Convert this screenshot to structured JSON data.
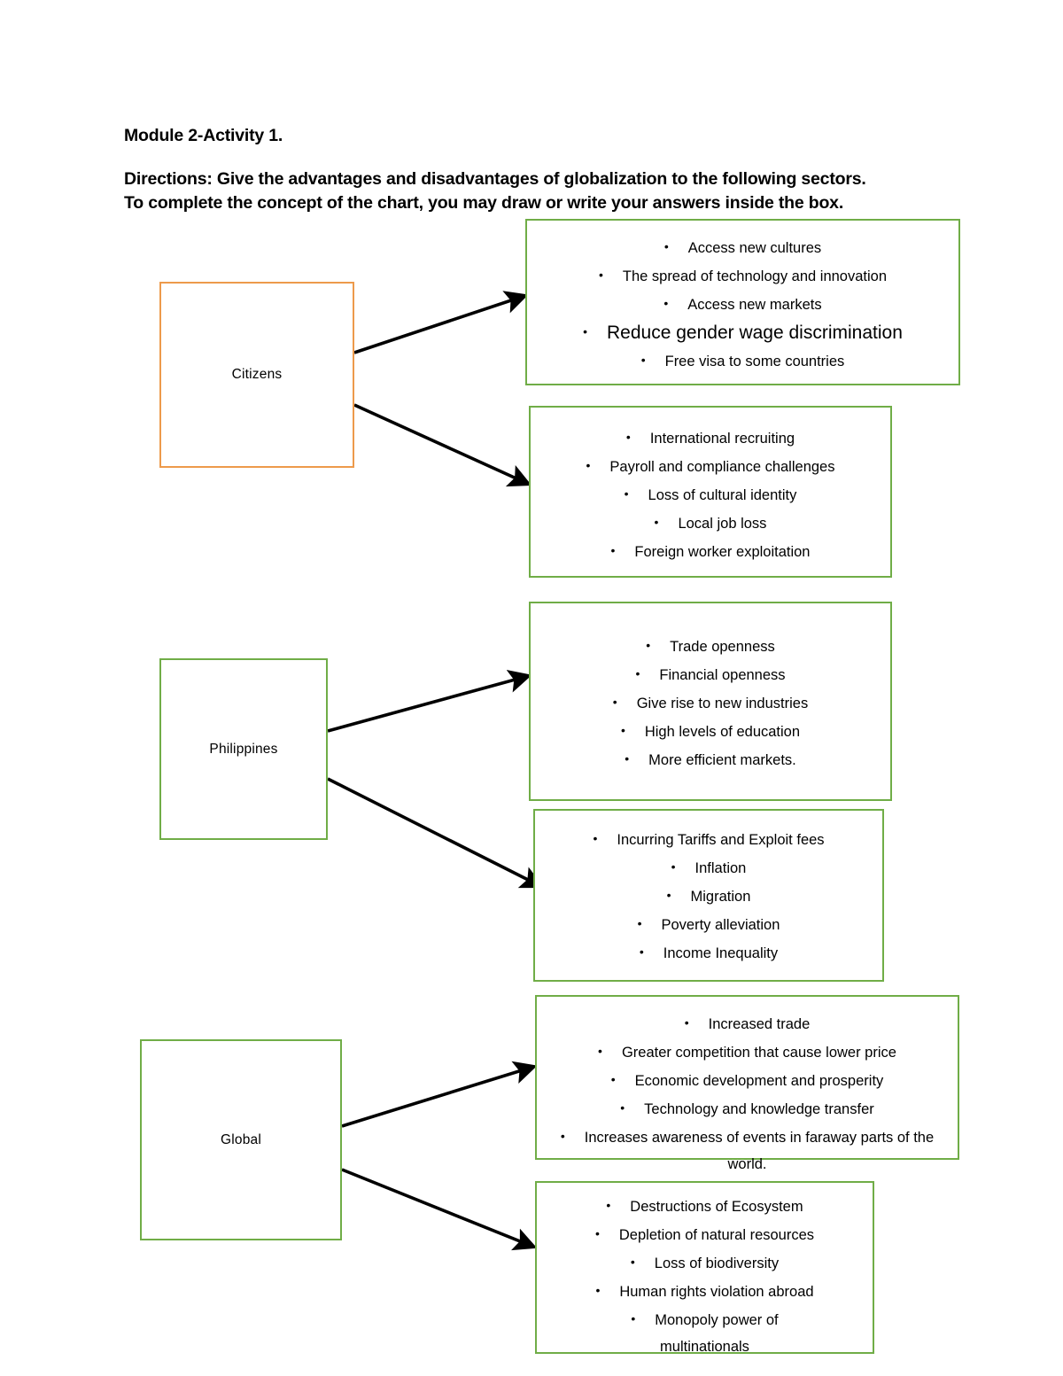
{
  "document": {
    "title_line": "Module 2-Activity 1.",
    "directions_line_1": "Directions: Give the advantages and disadvantages of globalization to the following sectors.",
    "directions_line_2": "To complete the concept of the chart, you may draw or write your answers inside the box."
  },
  "colors": {
    "orange_border": "#ED9A4B",
    "green_border": "#70AD47",
    "arrow": "#000000",
    "text": "#000000"
  },
  "sectors": [
    {
      "id": "citizens",
      "label": "Citizens",
      "border_color": "#ED9A4B"
    },
    {
      "id": "philippines",
      "label": "Philippines",
      "border_color": "#70AD47"
    },
    {
      "id": "global",
      "label": "Global",
      "border_color": "#70AD47"
    }
  ],
  "answer_boxes": [
    {
      "id": "citizens-advantages",
      "sector": "Citizens",
      "kind": "advantages",
      "bullet_char": "•",
      "items": [
        "Access new cultures",
        "The spread of technology and innovation",
        "Access new markets",
        "Reduce gender wage discrimination",
        "Free visa to some countries"
      ]
    },
    {
      "id": "citizens-disadvantages",
      "sector": "Citizens",
      "kind": "disadvantages",
      "bullet_char": "•",
      "items": [
        "International recruiting",
        "Payroll and compliance challenges",
        "Loss of cultural identity",
        "Local job loss",
        "Foreign worker exploitation"
      ]
    },
    {
      "id": "philippines-advantages",
      "sector": "Philippines",
      "kind": "advantages",
      "bullet_char": "•",
      "items": [
        "Trade openness",
        "Financial openness",
        "Give rise to new industries",
        "High levels of education",
        "More efficient markets."
      ]
    },
    {
      "id": "philippines-disadvantages",
      "sector": "Philippines",
      "kind": "disadvantages",
      "bullet_char": "•",
      "items": [
        "Incurring Tariffs and Exploit fees",
        "Inflation",
        "Migration",
        "Poverty alleviation",
        "Income Inequality"
      ]
    },
    {
      "id": "global-advantages",
      "sector": "Global",
      "kind": "advantages",
      "bullet_char": "•",
      "items": [
        "Increased trade",
        "Greater competition that cause lower price",
        "Economic development and prosperity",
        "Technology and knowledge transfer",
        "Increases awareness of events in faraway parts of the world."
      ]
    },
    {
      "id": "global-disadvantages",
      "sector": "Global",
      "kind": "disadvantages",
      "bullet_char": "•",
      "items": [
        "Destructions of Ecosystem",
        "Depletion of natural resources",
        "Loss of biodiversity",
        "Human rights violation abroad",
        "Monopoly power of multinationals"
      ]
    }
  ]
}
